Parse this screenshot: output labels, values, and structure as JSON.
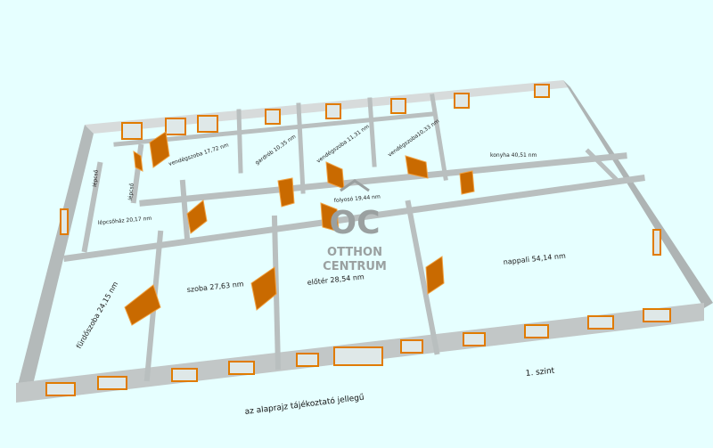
{
  "floorplan": {
    "level": "1. szint",
    "disclaimer": "az alaprajz tájékoztató jellegű",
    "logo": {
      "mark": "OC",
      "line1": "OTTHON",
      "line2": "CENTRUM"
    },
    "rooms": {
      "vendegszoba1": "vendégszoba 17,72 nm",
      "gardrob": "gardrób 10,35 nm",
      "vendegszoba2": "vendégszoba 11,31 nm",
      "vendegszoba3": "vendégszoba10,33 nm",
      "konyha": "konyha 40,51 nm",
      "folyoso": "folyosó 19,44 nm",
      "lepcsohaz": "lépcsőház 20,17 nm",
      "lepcso1": "lépcső",
      "lepcso2": "lépcső",
      "furdoszoba": "fürdőszoba 24,15 nm",
      "szoba": "szoba 27,63 nm",
      "eloter": "előtér 28,54 nm",
      "nappali": "nappali 54,14 nm"
    },
    "colors": {
      "floor": "#e6ffff",
      "wall": "#bfc4c4",
      "frame": "#e07b00"
    }
  }
}
